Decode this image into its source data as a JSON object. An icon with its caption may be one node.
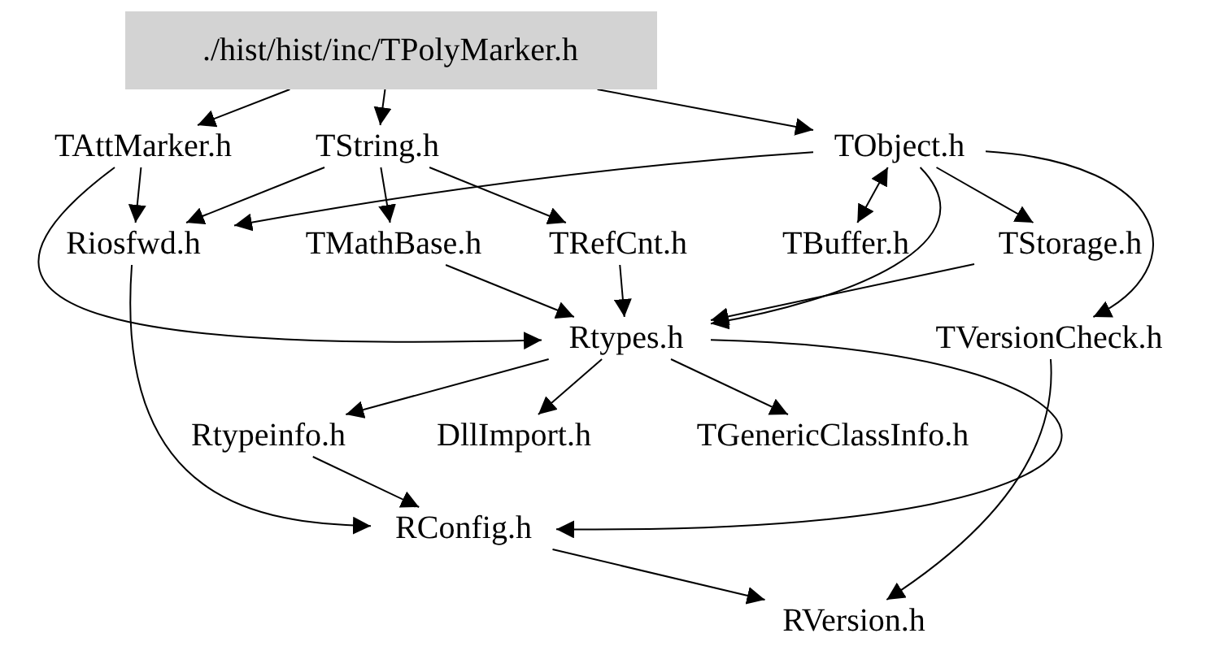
{
  "diagram": {
    "nodes": [
      {
        "text": [
          "./hist/hist/inc/TPolyMarker.h"
        ]
      },
      {
        "text": [
          "TAttMarker.h"
        ]
      },
      {
        "text": [
          "TString.h"
        ]
      },
      {
        "text": [
          "TObject.h"
        ]
      },
      {
        "text": [
          "Riosfwd.h"
        ]
      },
      {
        "text": [
          "TMathBase.h"
        ]
      },
      {
        "text": [
          "TRefCnt.h"
        ]
      },
      {
        "text": [
          "TBuffer.h"
        ]
      },
      {
        "text": [
          "TStorage.h"
        ]
      },
      {
        "text": [
          "Rtypes.h"
        ]
      },
      {
        "text": [
          "TVersionCheck.h"
        ]
      },
      {
        "text": [
          "Rtypeinfo.h"
        ]
      },
      {
        "text": [
          "DllImport.h"
        ]
      },
      {
        "text": [
          "TGenericClassInfo.h"
        ]
      },
      {
        "text": [
          "RConfig.h"
        ]
      },
      {
        "text": [
          "RVersion.h"
        ]
      }
    ],
    "edges": [
      {
        "from": 0,
        "to": 1,
        "arrow": "to"
      },
      {
        "from": 0,
        "to": 2,
        "arrow": "to"
      },
      {
        "from": 0,
        "to": 3,
        "arrow": "to"
      },
      {
        "from": 1,
        "to": 4,
        "arrow": "to"
      },
      {
        "from": 1,
        "to": 9,
        "arrow": "to"
      },
      {
        "from": 2,
        "to": 4,
        "arrow": "to"
      },
      {
        "from": 2,
        "to": 5,
        "arrow": "to"
      },
      {
        "from": 2,
        "to": 6,
        "arrow": "to"
      },
      {
        "from": 3,
        "to": 4,
        "arrow": "to"
      },
      {
        "from": 3,
        "to": 7,
        "arrow": "both"
      },
      {
        "from": 3,
        "to": 8,
        "arrow": "to"
      },
      {
        "from": 3,
        "to": 9,
        "arrow": "to"
      },
      {
        "from": 3,
        "to": 10,
        "arrow": "to"
      },
      {
        "from": 8,
        "to": 9,
        "arrow": "to"
      },
      {
        "from": 5,
        "to": 9,
        "arrow": "to"
      },
      {
        "from": 6,
        "to": 9,
        "arrow": "to"
      },
      {
        "from": 4,
        "to": 14,
        "arrow": "to"
      },
      {
        "from": 9,
        "to": 11,
        "arrow": "to"
      },
      {
        "from": 9,
        "to": 12,
        "arrow": "to"
      },
      {
        "from": 9,
        "to": 13,
        "arrow": "to"
      },
      {
        "from": 9,
        "to": 14,
        "arrow": "to"
      },
      {
        "from": 11,
        "to": 14,
        "arrow": "to"
      },
      {
        "from": 14,
        "to": 15,
        "arrow": "to"
      },
      {
        "from": 10,
        "to": 15,
        "arrow": "to"
      }
    ]
  }
}
